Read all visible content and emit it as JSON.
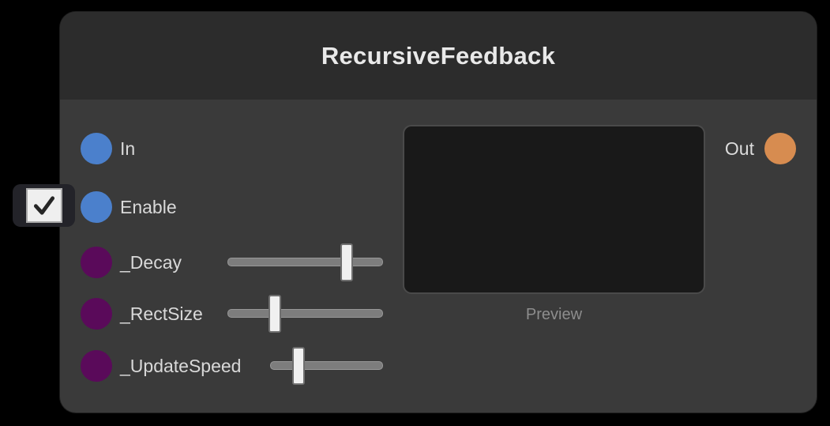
{
  "node": {
    "title": "RecursiveFeedback",
    "colors": {
      "body": "#3a3a3a",
      "titlebar": "#2c2c2c",
      "input_port": "#4b80cc",
      "param_port": "#5a0a5a",
      "output_port": "#d78c50",
      "slider_track": "#7d7d7d",
      "slider_thumb": "#f0f0f0",
      "preview_bg": "#191919"
    },
    "inputs": [
      {
        "label": "In",
        "type": "port",
        "color": "#4b80cc"
      },
      {
        "label": "Enable",
        "type": "checkbox",
        "color": "#4b80cc",
        "checked": true
      },
      {
        "label": "_Decay",
        "type": "slider",
        "color": "#5a0a5a",
        "value": 0.77
      },
      {
        "label": "_RectSize",
        "type": "slider",
        "color": "#5a0a5a",
        "value": 0.3
      },
      {
        "label": "_UpdateSpeed",
        "type": "slider",
        "color": "#5a0a5a",
        "value": 0.25
      }
    ],
    "output": {
      "label": "Out",
      "color": "#d78c50"
    },
    "preview": {
      "label": "Preview"
    }
  }
}
